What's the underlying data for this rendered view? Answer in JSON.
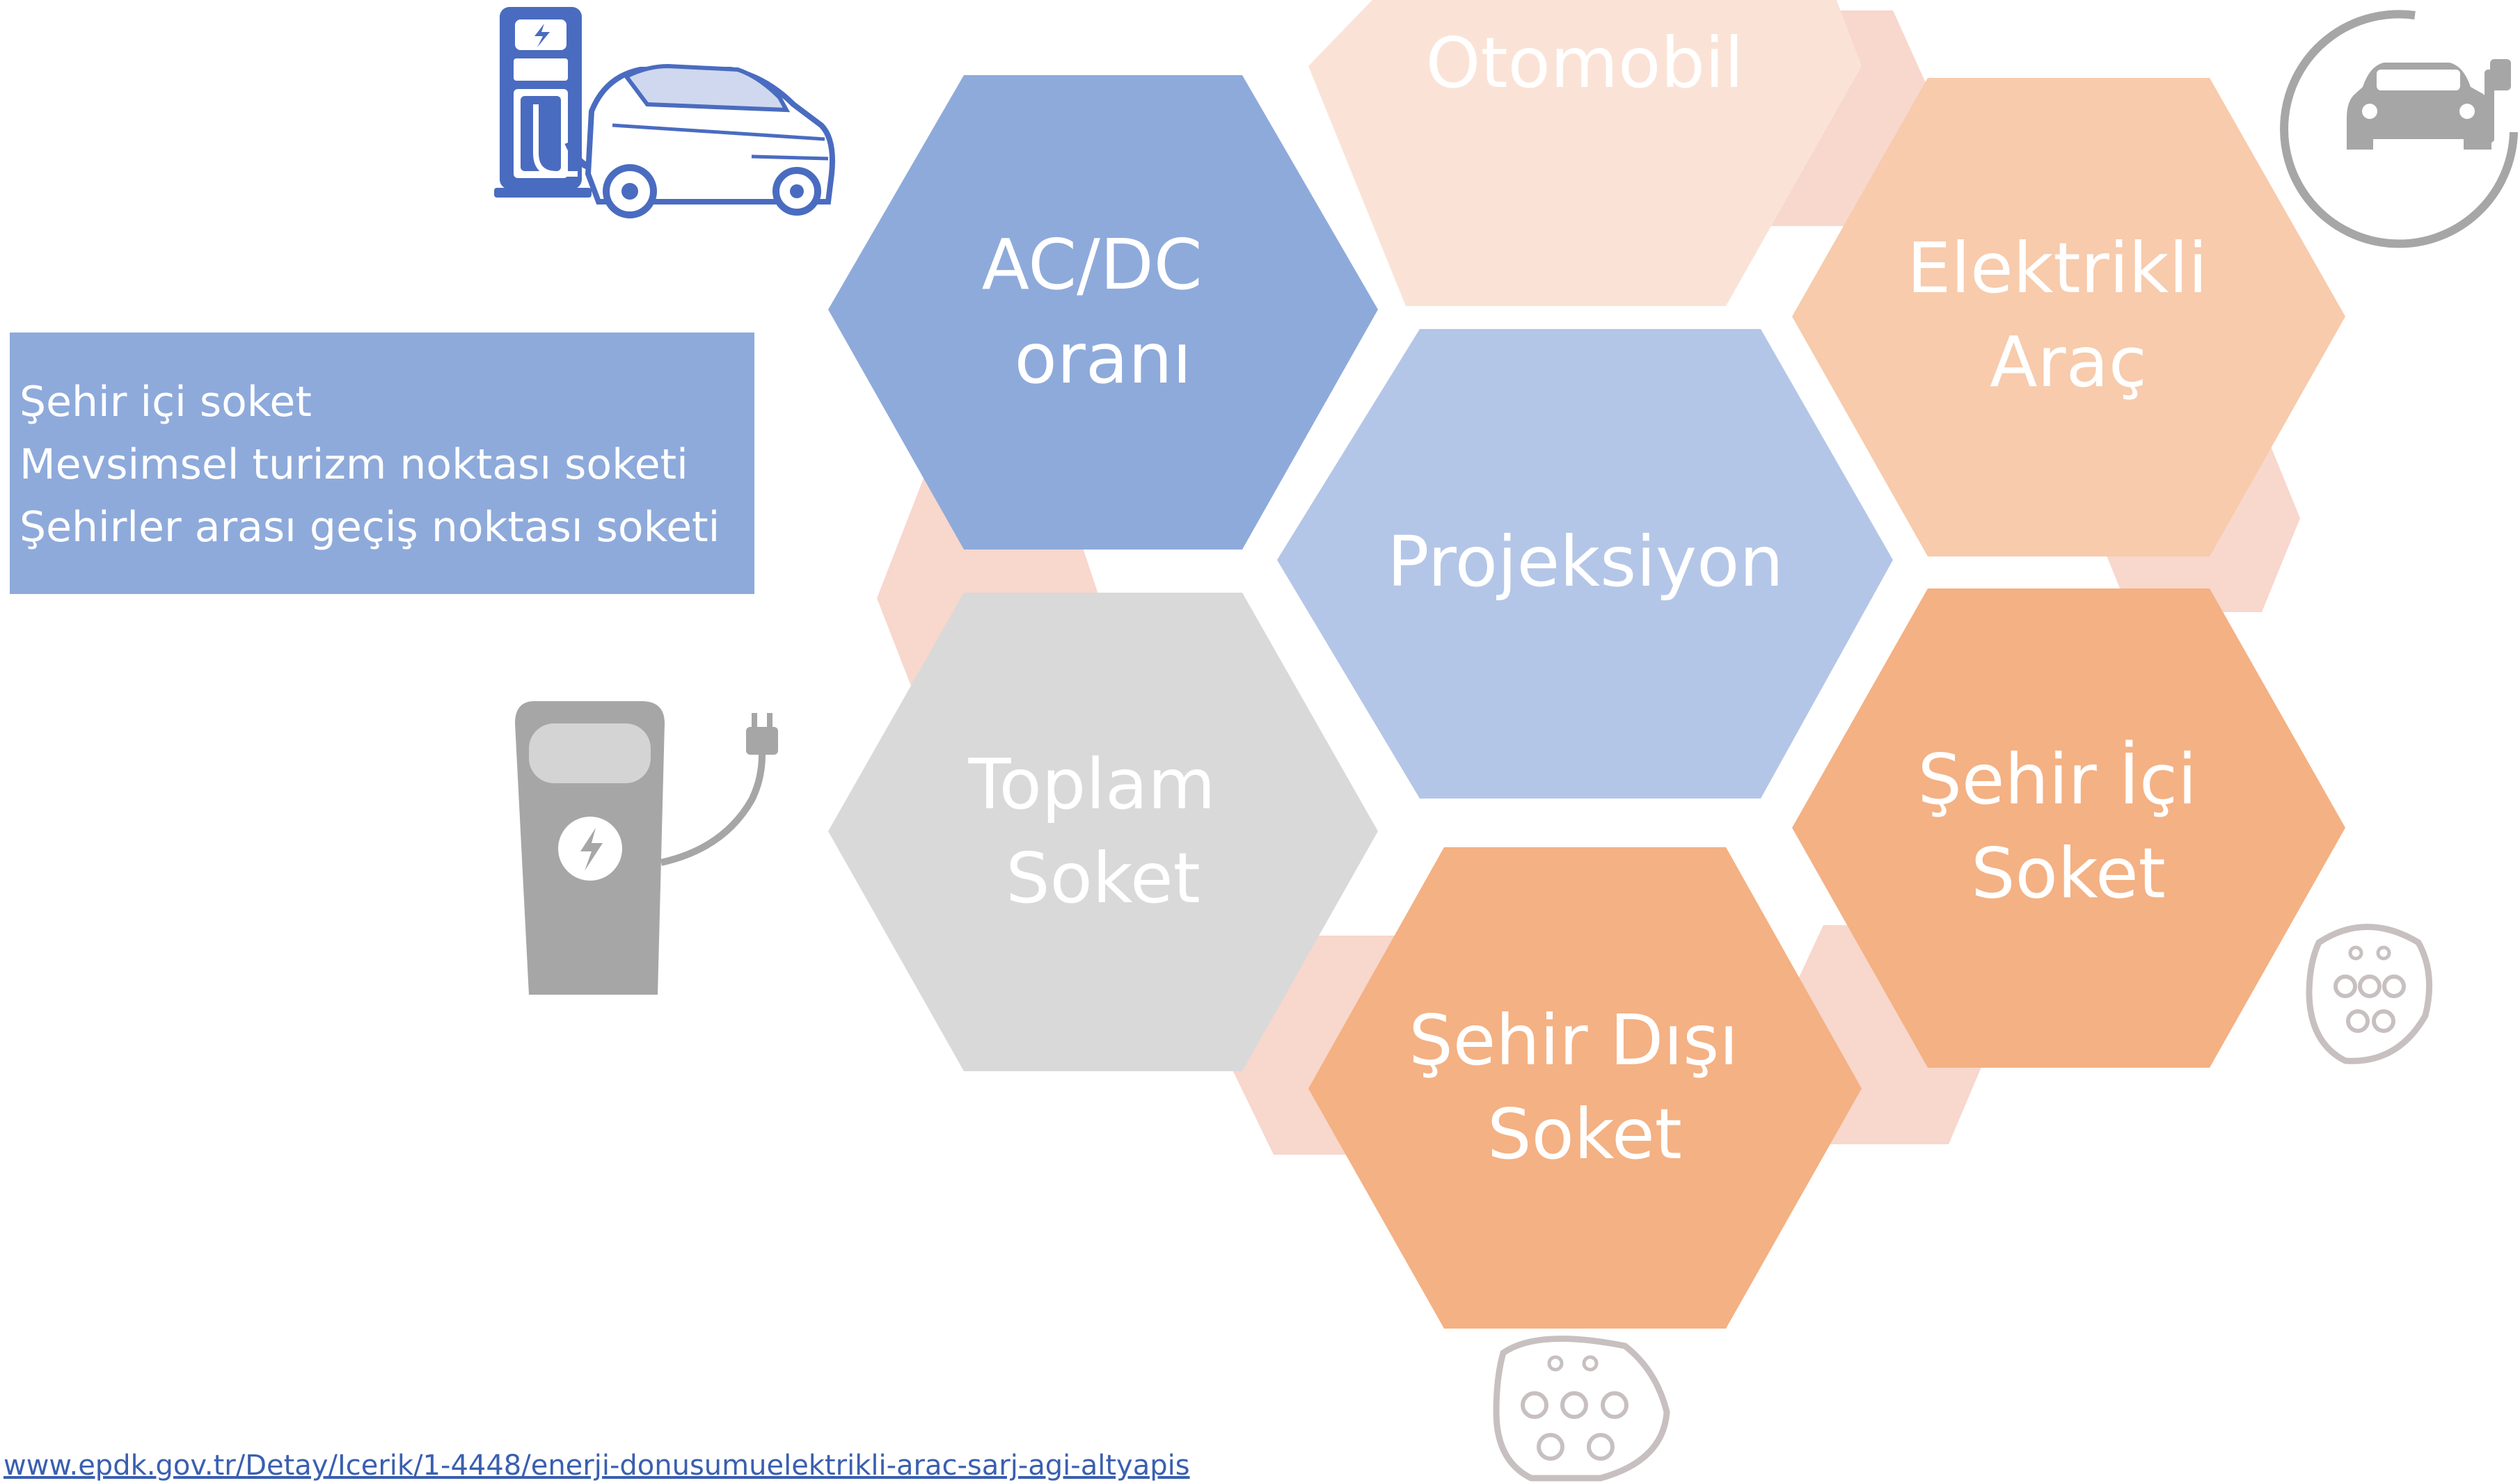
{
  "hexagons": {
    "otomobil": {
      "lines": [
        "Otomobil"
      ],
      "color": "#fae3d6"
    },
    "ac_dc": {
      "lines": [
        "AC/DC",
        "oranı"
      ],
      "color": "#8eaadb"
    },
    "elektrikli": {
      "lines": [
        "Elektrikli",
        "Araç"
      ],
      "color": "#f7cbac"
    },
    "projeksiyon": {
      "lines": [
        "Projeksiyon"
      ],
      "color": "#b4c6e7"
    },
    "toplam": {
      "lines": [
        "Toplam",
        "Soket"
      ],
      "color": "#d9d9d9"
    },
    "sehir_ici": {
      "lines": [
        "Şehir İçi",
        "Soket"
      ],
      "color": "#f4b183"
    },
    "sehir_disi": {
      "lines": [
        "Şehir Dışı",
        "Soket"
      ],
      "color": "#f4b183"
    }
  },
  "info_box": {
    "lines": [
      "Şehir içi soket",
      "Mevsimsel turizm noktası soketi",
      "Şehirler arası geçiş noktası soketi"
    ],
    "color": "#8eaadb"
  },
  "source": {
    "text": "www.epdk.gov.tr/Detay/Icerik/1-4448/enerji-donusumuelektrikli-arac-sarj-agi-altyapis"
  },
  "icons": [
    "charging-station-car-icon",
    "ev-plug-circle-icon",
    "wallbox-charger-icon",
    "type2-socket-icon"
  ],
  "colors": {
    "shadow": "#f8d7cc",
    "icon_blue": "#4a6cc0",
    "icon_gray": "#a6a6a6",
    "socket_gray": "#c8c0c0"
  }
}
